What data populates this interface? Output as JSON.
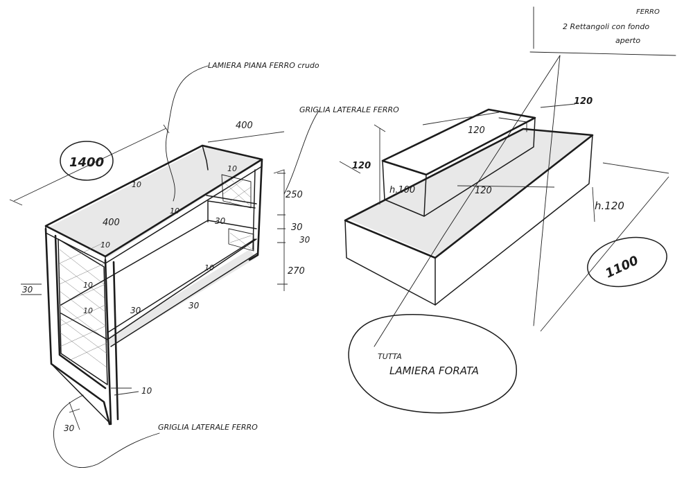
{
  "left_sketch": {
    "label_top": "LAMIERA PIANA FERRO crudo",
    "label_side": "GRIGLIA LATERALE FERRO",
    "label_bottom": "GRIGLIA LATERALE FERRO",
    "dims": {
      "length": "1400",
      "depth": "400",
      "depth_inner": "400",
      "h_top": "250",
      "h_bottom": "270",
      "shelf": "30",
      "thickness_a": "10",
      "thickness_b": "10",
      "thickness_c": "10",
      "thickness_d": "10",
      "thickness_e": "10",
      "thickness_f": "10",
      "thickness_g": "10",
      "frame_a": "30",
      "frame_b": "30",
      "frame_c": "30",
      "frame_d": "30",
      "frame_e": "30",
      "leg_a": "30",
      "leg_b": "10"
    }
  },
  "right_sketch": {
    "note_line1": "FERRO",
    "note_line2": "2 Rettangoli con fondo",
    "note_line3": "aperto",
    "label_tutta": "TUTTA",
    "label_main": "LAMIERA FORATA",
    "dims": {
      "width_top": "120",
      "width_right": "120",
      "h_small": "120",
      "h_box": "h.100",
      "mid": "120",
      "h_base": "h.120",
      "length": "1100"
    }
  }
}
